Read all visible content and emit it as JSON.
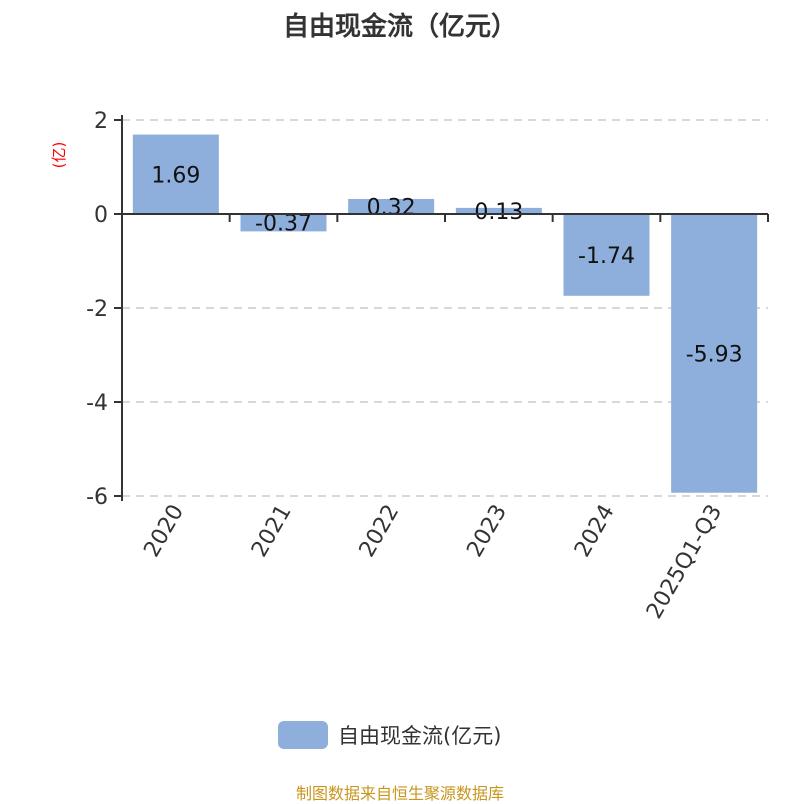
{
  "chart_data": {
    "type": "bar",
    "title": "自由现金流（亿元）",
    "ylabel": "(亿)",
    "xlabel": "",
    "categories": [
      "2020",
      "2021",
      "2022",
      "2023",
      "2024",
      "2025Q1-Q3"
    ],
    "series": [
      {
        "name": "自由现金流(亿元)",
        "values": [
          1.69,
          -0.37,
          0.32,
          0.13,
          -1.74,
          -5.93
        ]
      }
    ],
    "ylim": [
      -6,
      2
    ],
    "yticks": [
      "2",
      "0",
      "-2",
      "-4",
      "-6"
    ],
    "grid": true,
    "legend": "bottom-center",
    "colors": {
      "bar": "#8eaedb",
      "ylabel": "#ff0000",
      "source": "#c8961e"
    }
  },
  "source": "制图数据来自恒生聚源数据库"
}
